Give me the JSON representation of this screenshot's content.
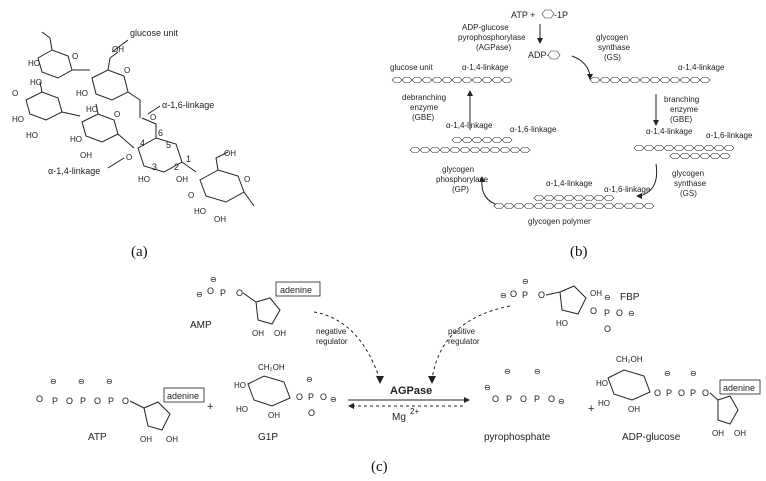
{
  "panels": {
    "a": "(a)",
    "b": "(b)",
    "c": "(c)"
  },
  "panel_a": {
    "glucose_unit": "glucose unit",
    "a16": "α-1,6-linkage",
    "a14": "α-1,4-linkage",
    "ho": "HO",
    "oh": "OH",
    "o": "O",
    "n1": "1",
    "n2": "2",
    "n3": "3",
    "n4": "4",
    "n5": "5",
    "n6": "6"
  },
  "panel_b": {
    "atp": "ATP +",
    "g1p": "-1P",
    "agpase1": "ADP-glucose",
    "agpase2": "pyrophosphorylase",
    "agpase3": "(AGPase)",
    "adp": "ADP-",
    "gs1a": "glycogen",
    "gs1b": "synthase",
    "gs1c": "(GS)",
    "glucose_unit": "glucose unit",
    "a14": "α-1,4-linkage",
    "a16": "α-1,6-linkage",
    "gbe_a": "branching",
    "gbe_b": "enzyme",
    "gbe_c": "(GBE)",
    "deb_a": "debranching",
    "deb_b": "enzyme",
    "deb_c": "(GBE)",
    "gp_a": "glycogen",
    "gp_b": "phosphorylase",
    "gp_c": "(GP)",
    "gs2a": "glycogen",
    "gs2b": "synthase",
    "gs2c": "(GS)",
    "polymer": "glycogen polymer"
  },
  "panel_c": {
    "amp": "AMP",
    "adenine": "adenine",
    "neg1": "negative",
    "neg2": "regulator",
    "pos1": "positive",
    "pos2": "regulator",
    "fbp": "FBP",
    "agpase": "AGPase",
    "mg": "Mg",
    "mg_sup": "2+",
    "atp": "ATP",
    "plus": "+",
    "g1p": "G1P",
    "ppi": "pyrophosphate",
    "adpg": "ADP-glucose",
    "ch2oh": "CH₂OH",
    "oh": "OH",
    "ho": "HO",
    "o": "O",
    "p": "P",
    "minus": "⊖"
  }
}
